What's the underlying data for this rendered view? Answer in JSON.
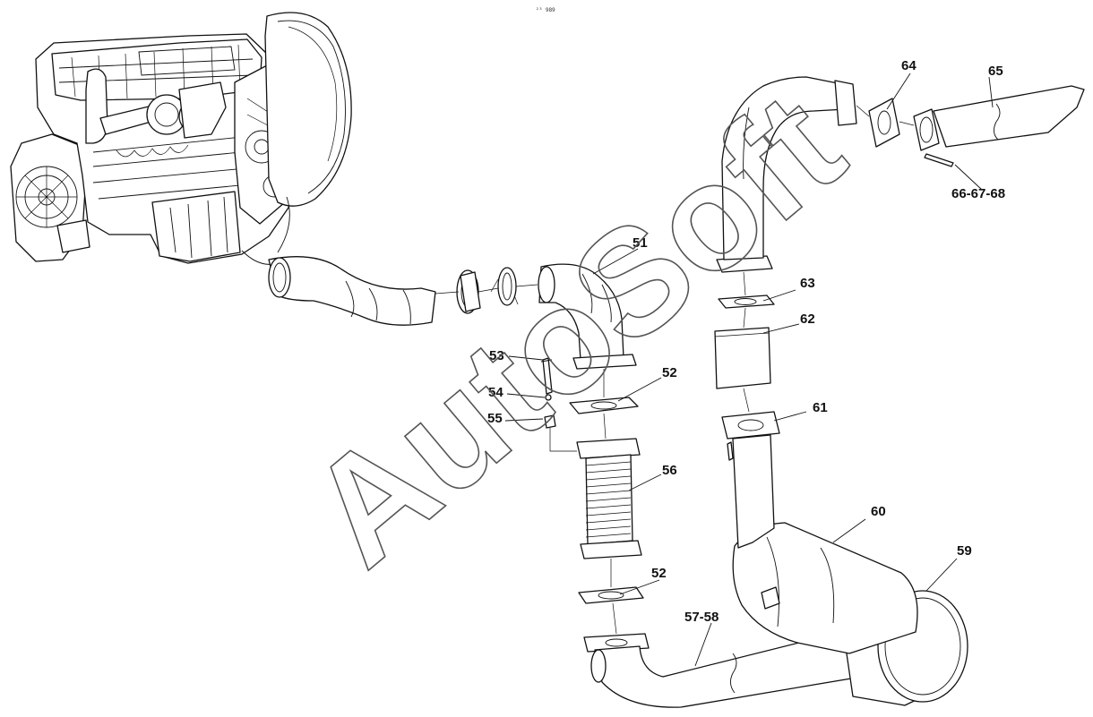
{
  "header": {
    "code": "²³ 989"
  },
  "watermark": {
    "text": "AutoSoft"
  },
  "callouts": {
    "c51": "51",
    "c52a": "52",
    "c52b": "52",
    "c53": "53",
    "c54": "54",
    "c55": "55",
    "c56": "56",
    "c57": "57-58",
    "c59": "59",
    "c60": "60",
    "c61": "61",
    "c62": "62",
    "c63": "63",
    "c64": "64",
    "c65": "65",
    "c66": "66-67-68"
  },
  "colors": {
    "line": "#111111",
    "background": "#ffffff",
    "watermark": "#555555"
  }
}
